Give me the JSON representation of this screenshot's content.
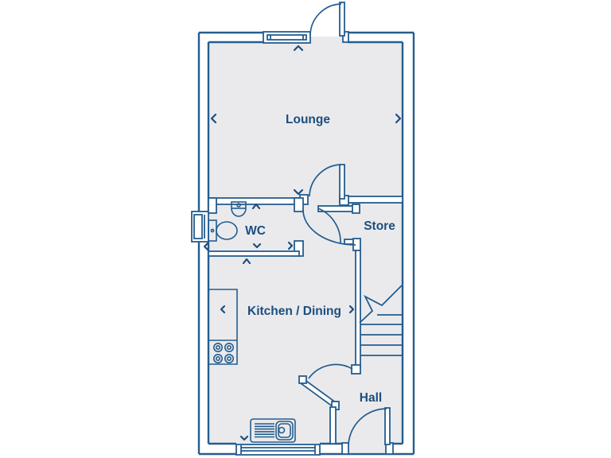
{
  "plan": {
    "rooms": {
      "lounge": {
        "label": "Lounge"
      },
      "wc": {
        "label": "WC"
      },
      "store": {
        "label": "Store"
      },
      "kitchen_dining": {
        "label": "Kitchen / Dining"
      },
      "hall": {
        "label": "Hall"
      }
    },
    "fixtures": [
      "staircase",
      "toilet",
      "wash-basin",
      "sink-with-drainer",
      "hob-4-burner",
      "worktop",
      "window-top",
      "window-left",
      "window-bottom",
      "entrance-door-top",
      "front-door",
      "lounge-door",
      "store-door",
      "kitchen-door",
      "wc-door"
    ],
    "colors": {
      "wall_line": "#245d8f",
      "label_text": "#1b4e7f",
      "floor_fill": "#eaeaec",
      "background": "#ffffff"
    }
  }
}
